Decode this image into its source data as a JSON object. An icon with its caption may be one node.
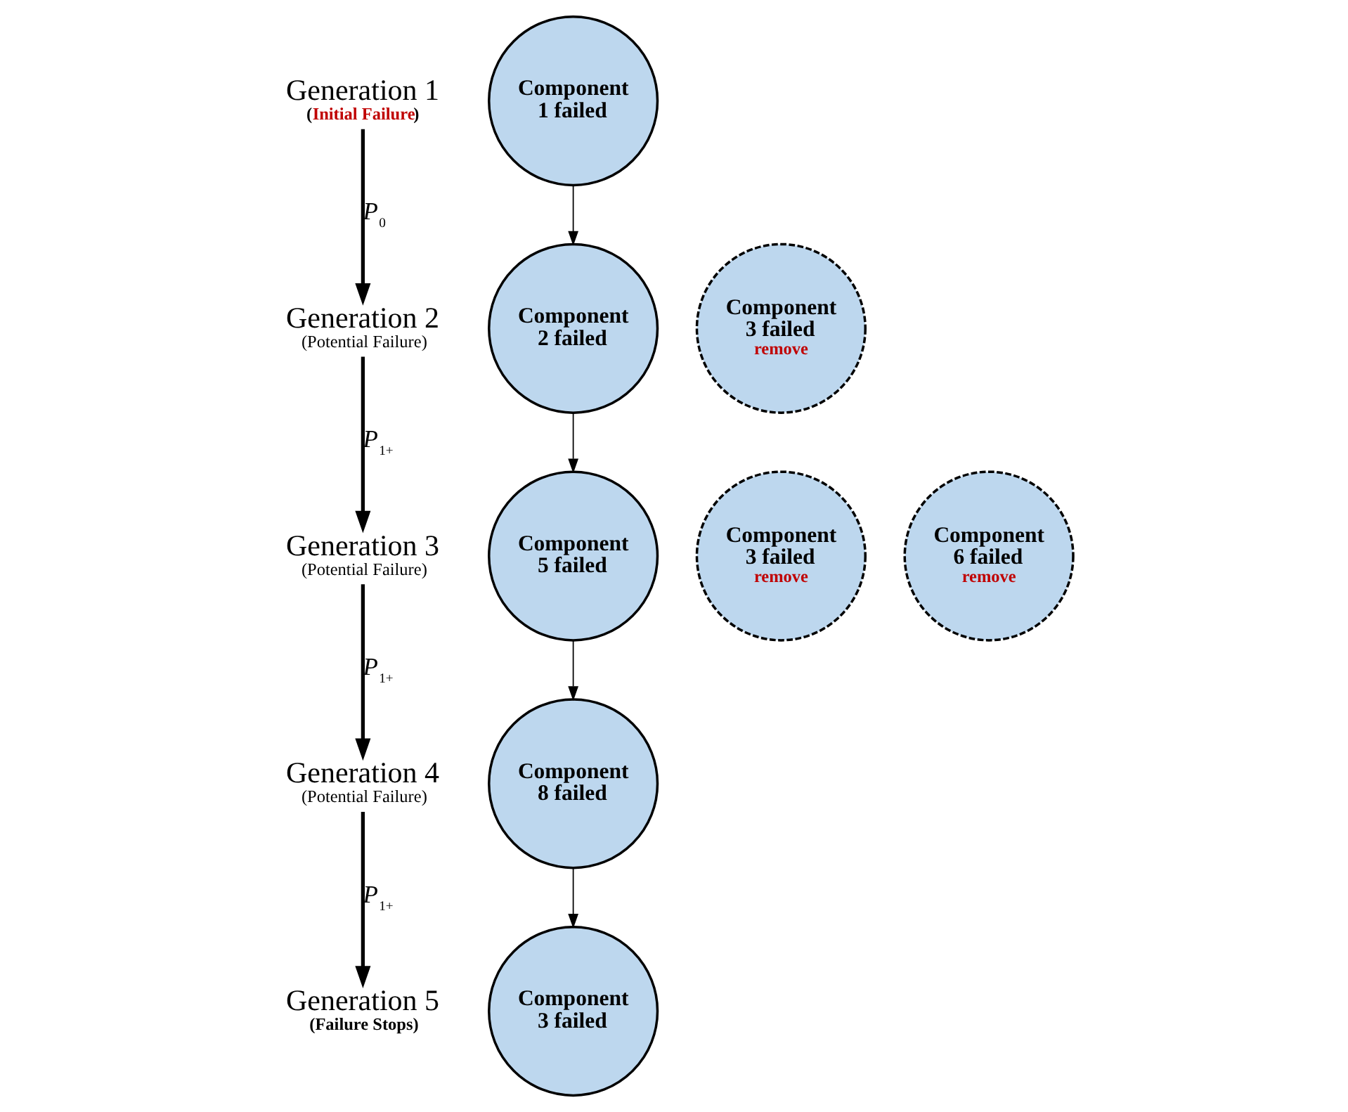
{
  "diagram": {
    "nodes": [
      {
        "text": [
          "Generation 1",
          "(Initial Failure)"
        ]
      },
      {
        "text": [
          "Generation 2",
          "(Potential Failure)"
        ]
      },
      {
        "text": [
          "Generation 3",
          "(Potential Failure)"
        ]
      },
      {
        "text": [
          "Generation 4",
          "(Potential Failure)"
        ]
      },
      {
        "text": [
          "Generation 5",
          "(Failure Stops)"
        ]
      },
      {
        "text": [
          "Component 1 failed"
        ]
      },
      {
        "text": [
          "Component 2 failed"
        ]
      },
      {
        "text": [
          "Component 3 failed",
          "remove"
        ]
      },
      {
        "text": [
          "Component 3 failed",
          "remove"
        ]
      },
      {
        "text": [
          "Component 5 failed"
        ]
      },
      {
        "text": [
          "Component 6 failed",
          "remove"
        ]
      },
      {
        "text": [
          "Component 8 failed"
        ]
      },
      {
        "text": [
          "Component 3 failed"
        ]
      }
    ],
    "edges": [
      {
        "from": 0,
        "to": 1,
        "arrow": "to",
        "label": "P$_{0}$",
        "style": "thick"
      },
      {
        "from": 1,
        "to": 2,
        "arrow": "to",
        "label": "P$_{1+}$",
        "style": "thick"
      },
      {
        "from": 2,
        "to": 3,
        "arrow": "to",
        "label": "P$_{1+}$",
        "style": "thick"
      },
      {
        "from": 3,
        "to": 4,
        "arrow": "to",
        "label": "P$_{1+}$",
        "style": "thick"
      },
      {
        "from": 5,
        "to": 6,
        "arrow": "to"
      },
      {
        "from": 6,
        "to": 9,
        "arrow": "to"
      },
      {
        "from": 9,
        "to": 11,
        "arrow": "to"
      },
      {
        "from": 11,
        "to": 12,
        "arrow": "to"
      }
    ]
  }
}
